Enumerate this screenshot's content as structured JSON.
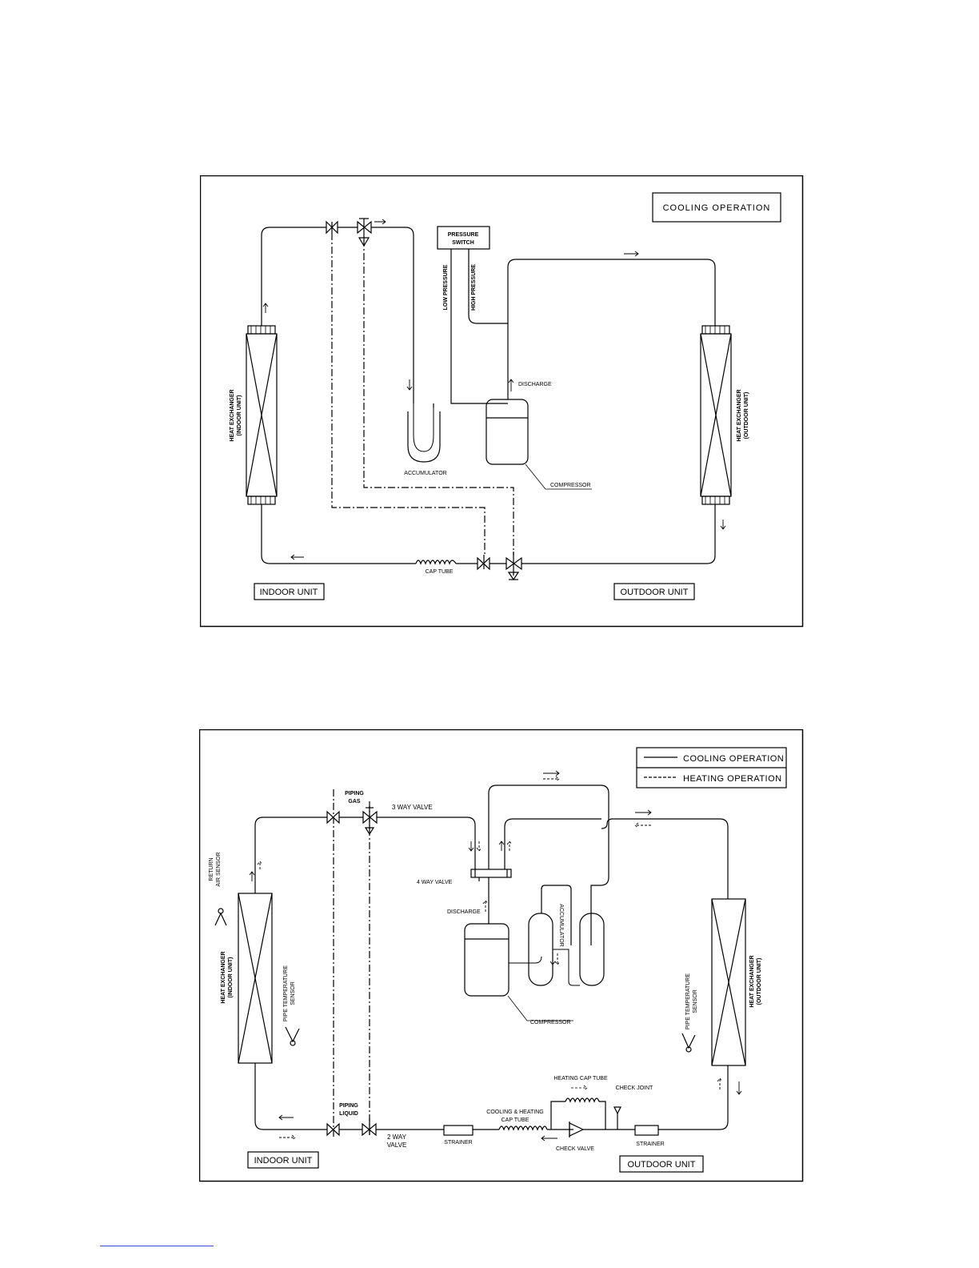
{
  "diagram1": {
    "legend": "COOLING OPERATION",
    "pressure_switch": [
      "PRESSURE",
      "SWITCH"
    ],
    "low_pressure": "LOW PRESSURE",
    "high_pressure": "HIGH PRESSURE",
    "discharge": "DISCHARGE",
    "accumulator": "ACCUMULATOR",
    "compressor": "COMPRESSOR",
    "cap_tube": "CAP TUBE",
    "indoor_hx": [
      "HEAT EXCHANGER",
      "(INDOOR UNIT)"
    ],
    "outdoor_hx": [
      "HEAT EXCHANGER",
      "(OUTDOOR UNIT)"
    ],
    "indoor_unit": "INDOOR UNIT",
    "outdoor_unit": "OUTDOOR UNIT"
  },
  "diagram2": {
    "legend_cooling": "COOLING OPERATION",
    "legend_heating": "HEATING OPERATION",
    "piping_gas": [
      "PIPING",
      "GAS"
    ],
    "three_way_valve": "3 WAY VALVE",
    "four_way_valve": "4 WAY VALVE",
    "discharge": "DISCHARGE",
    "accumulator": "ACCUMULATOR",
    "compressor": "COMPRESSOR",
    "return_air_sensor": [
      "RETURN",
      "AIR SENSOR"
    ],
    "indoor_hx": [
      "HEAT EXCHANGER",
      "(INDOOR UNIT)"
    ],
    "outdoor_hx": [
      "HEAT EXCHANGER",
      "(OUTDOOR UNIT)"
    ],
    "pipe_temp_sensor": [
      "PIPE TEMPERATURE",
      "SENSOR"
    ],
    "piping_liquid": [
      "PIPING",
      "LIQUID"
    ],
    "two_way_valve": [
      "2 WAY",
      "VALVE"
    ],
    "strainer": "STRAINER",
    "cooling_heating_cap_tube": [
      "COOLING & HEATING",
      "CAP TUBE"
    ],
    "heating_cap_tube": "HEATING CAP TUBE",
    "check_joint": "CHECK JOINT",
    "check_valve": "CHECK VALVE",
    "indoor_unit": "INDOOR UNIT",
    "outdoor_unit": "OUTDOOR UNIT"
  }
}
